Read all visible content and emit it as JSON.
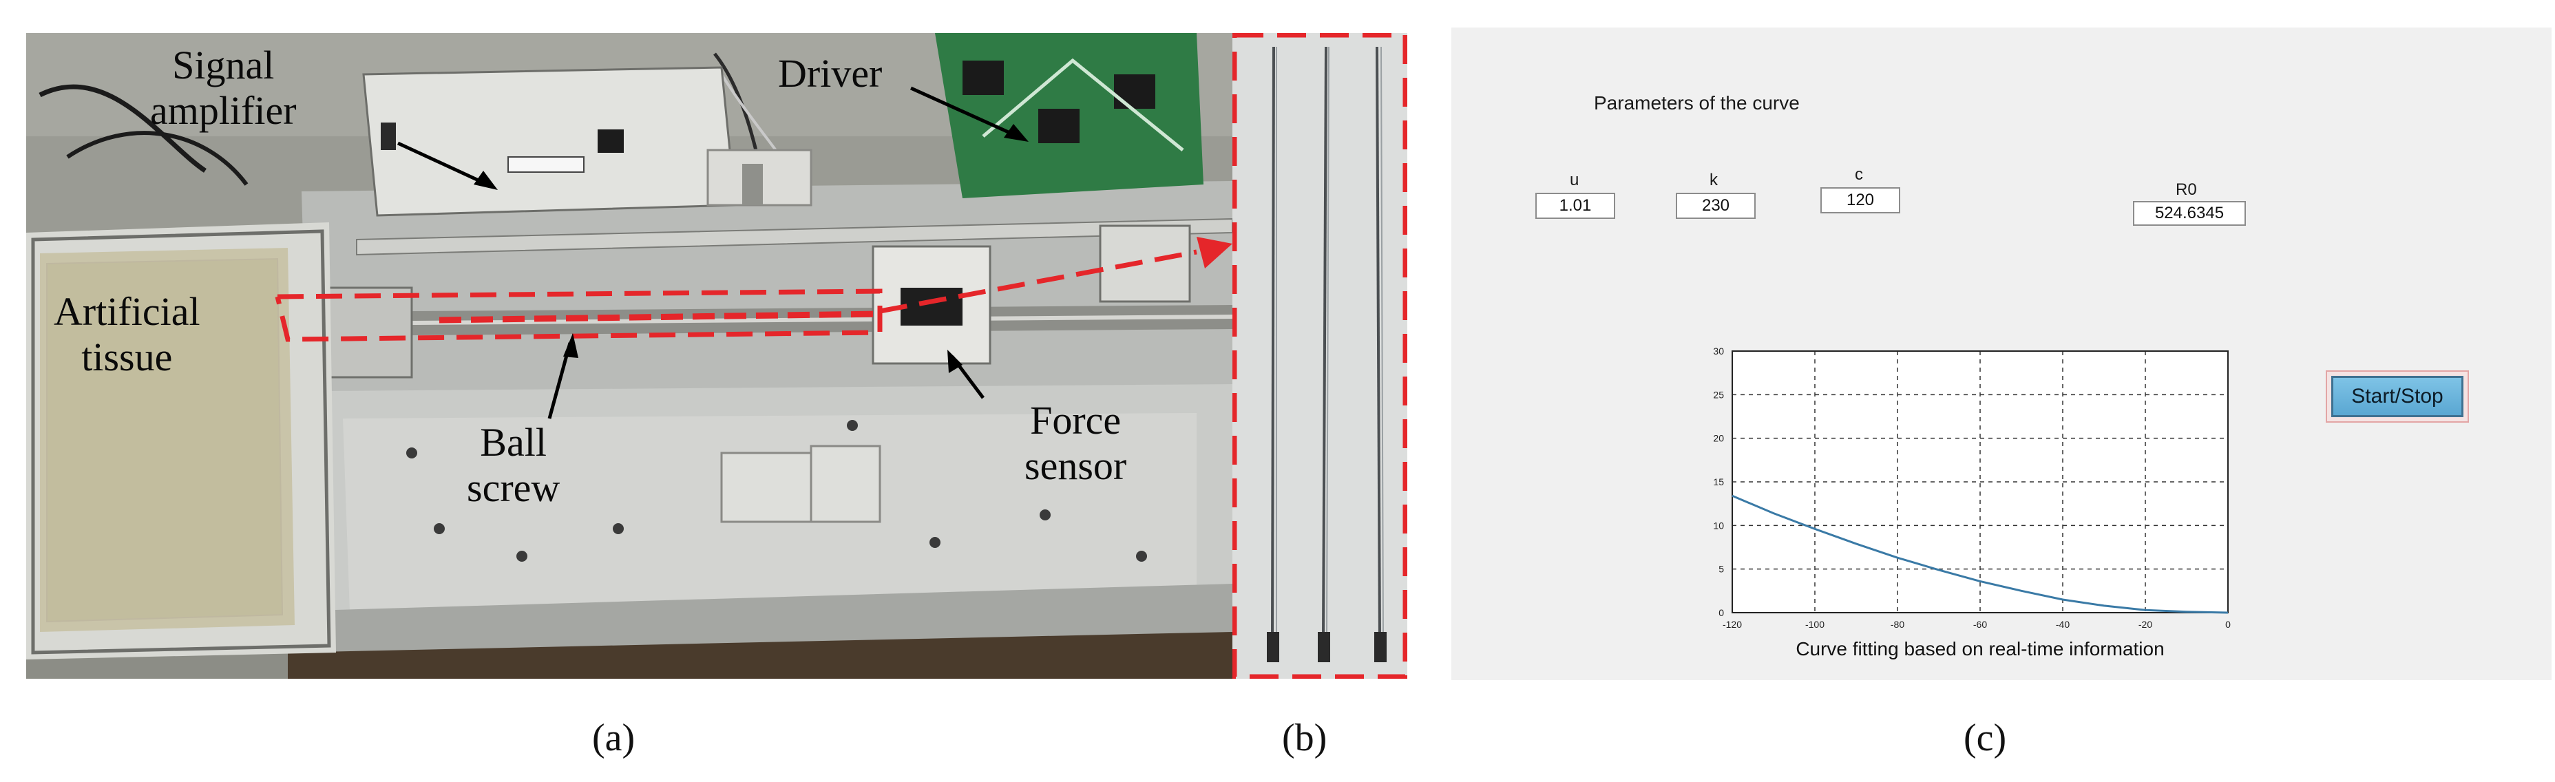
{
  "panel_a": {
    "labels": {
      "signal_amplifier_line1": "Signal",
      "signal_amplifier_line2": "amplifier",
      "driver": "Driver",
      "artificial_tissue_line1": "Artificial",
      "artificial_tissue_line2": "tissue",
      "ball_screw_line1": "Ball",
      "ball_screw_line2": "screw",
      "force_sensor_line1": "Force",
      "force_sensor_line2": "sensor"
    },
    "highlight_color": "#e5262a"
  },
  "panel_c": {
    "section_title": "Parameters of the curve",
    "params": [
      {
        "label": "u",
        "value": "1.01"
      },
      {
        "label": "k",
        "value": "230"
      },
      {
        "label": "c",
        "value": "120"
      }
    ],
    "r0": {
      "label": "R0",
      "value": "524.6345"
    },
    "button_label": "Start/Stop",
    "button_color": "#5aa7d2"
  },
  "chart_data": {
    "type": "line",
    "title": "Curve fitting based on real-time information",
    "xlabel": "",
    "ylabel": "",
    "xlim": [
      -120,
      0
    ],
    "ylim": [
      0,
      30
    ],
    "x_ticks": [
      -120,
      -100,
      -80,
      -60,
      -40,
      -20,
      0
    ],
    "y_ticks": [
      0,
      5,
      10,
      15,
      20,
      25,
      30
    ],
    "grid": true,
    "series": [
      {
        "color": "#3a7aa6",
        "x": [
          -120,
          -110,
          -100,
          -90,
          -80,
          -70,
          -60,
          -50,
          -40,
          -30,
          -20,
          -10,
          0
        ],
        "y": [
          13.4,
          11.4,
          9.6,
          7.9,
          6.3,
          4.9,
          3.6,
          2.5,
          1.5,
          0.8,
          0.3,
          0.1,
          0
        ]
      }
    ]
  },
  "captions": {
    "a": "(a)",
    "b": "(b)",
    "c": "(c)"
  }
}
